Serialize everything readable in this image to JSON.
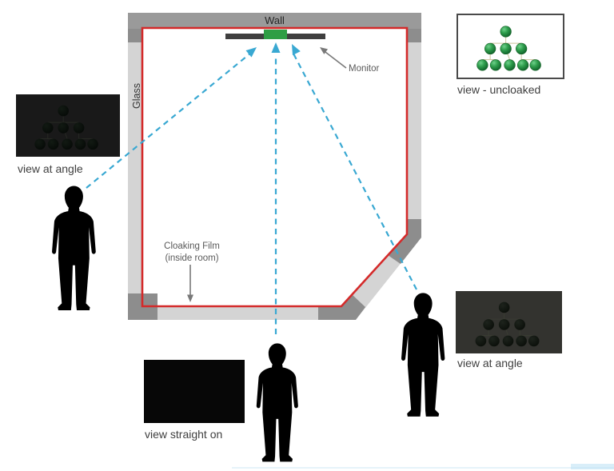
{
  "room": {
    "wall_label": "Wall",
    "glass_label": "Glass",
    "monitor_label": "Monitor",
    "cloaking_film_line1": "Cloaking Film",
    "cloaking_film_line2": "(inside room)"
  },
  "views": {
    "angle_left": {
      "label": "view at angle"
    },
    "uncloaked": {
      "label": "view - uncloaked"
    },
    "angle_right": {
      "label": "view at angle"
    },
    "straight_on": {
      "label": "view straight on"
    }
  },
  "colors": {
    "wall": "#9a9a9a",
    "wall_corner": "#8d8d8d",
    "glass": "#d4d4d4",
    "cloaking_film_red": "#d42a2a",
    "monitor_bar": "#3f3f3f",
    "monitor_screen_green": "#2e9e44",
    "sight_line_blue": "#39a8d2",
    "annotation_gray": "#787878",
    "sphere_green": "#2f9e4d",
    "view_angle_left_bg": "#191919",
    "view_angle_right_bg": "#33332f",
    "view_straight_on_bg": "#070707"
  }
}
